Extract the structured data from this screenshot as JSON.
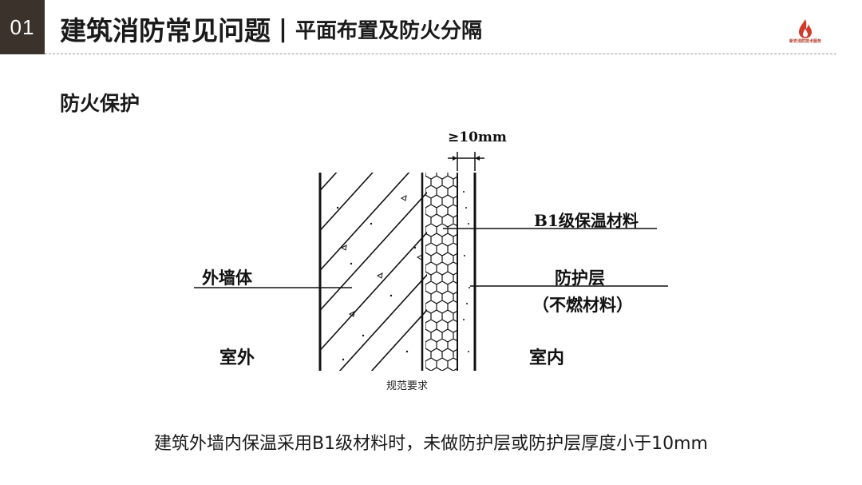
{
  "header": {
    "number": "01",
    "title": "建筑消防常见问题",
    "separator": "|",
    "subtitle": "平面布置及防火分隔",
    "logo_text": "新安消防技术服务"
  },
  "section": {
    "title": "防火保护"
  },
  "diagram": {
    "dimension_label": "≥10mm",
    "label_outer_wall": "外墙体",
    "label_insulation": "B1级保温材料",
    "label_protective": "防护层",
    "label_noncombustible": "（不燃材料）",
    "label_outdoor": "室外",
    "label_indoor": "室内",
    "caption": "规范要求"
  },
  "footer": {
    "text": "建筑外墙内保温采用B1级材料时，未做防护层或防护层厚度小于10mm"
  },
  "colors": {
    "number_box": "#3b322b",
    "logo_red": "#d23a2a"
  }
}
